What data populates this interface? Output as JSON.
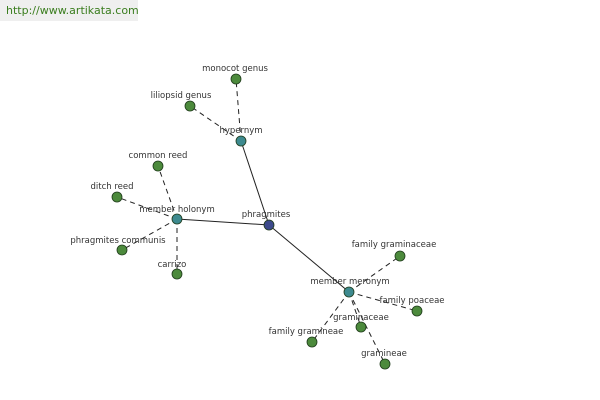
{
  "banner": {
    "url_text": "http://www.artikata.com"
  },
  "colors": {
    "root_node": "#3d4a8c",
    "relation_node": "#3d8a8f",
    "leaf_node": "#4c8a3c",
    "edge": "#222222",
    "label": "#333333",
    "banner_text": "#3a7d1e",
    "banner_bg": "#efefef"
  },
  "graph": {
    "root": {
      "id": "phragmites",
      "label": "phragmites"
    },
    "relations": [
      {
        "id": "hypernym",
        "label": "hypernym"
      },
      {
        "id": "member-holonym",
        "label": "member holonym"
      },
      {
        "id": "member-meronym",
        "label": "member meronym"
      }
    ],
    "leaves": [
      {
        "id": "monocot-genus",
        "label": "monocot genus",
        "relation": "hypernym"
      },
      {
        "id": "liliopsid-genus",
        "label": "liliopsid genus",
        "relation": "hypernym"
      },
      {
        "id": "common-reed",
        "label": "common reed",
        "relation": "member-holonym"
      },
      {
        "id": "ditch-reed",
        "label": "ditch reed",
        "relation": "member-holonym"
      },
      {
        "id": "phragmites-communis",
        "label": "phragmites communis",
        "relation": "member-holonym"
      },
      {
        "id": "carrizo",
        "label": "carrizo",
        "relation": "member-holonym"
      },
      {
        "id": "family-graminaceae",
        "label": "family graminaceae",
        "relation": "member-meronym"
      },
      {
        "id": "family-poaceae",
        "label": "family poaceae",
        "relation": "member-meronym"
      },
      {
        "id": "graminaceae",
        "label": "graminaceae",
        "relation": "member-meronym"
      },
      {
        "id": "family-gramineae",
        "label": "family gramineae",
        "relation": "member-meronym"
      },
      {
        "id": "gramineae",
        "label": "gramineae",
        "relation": "member-meronym"
      }
    ]
  }
}
